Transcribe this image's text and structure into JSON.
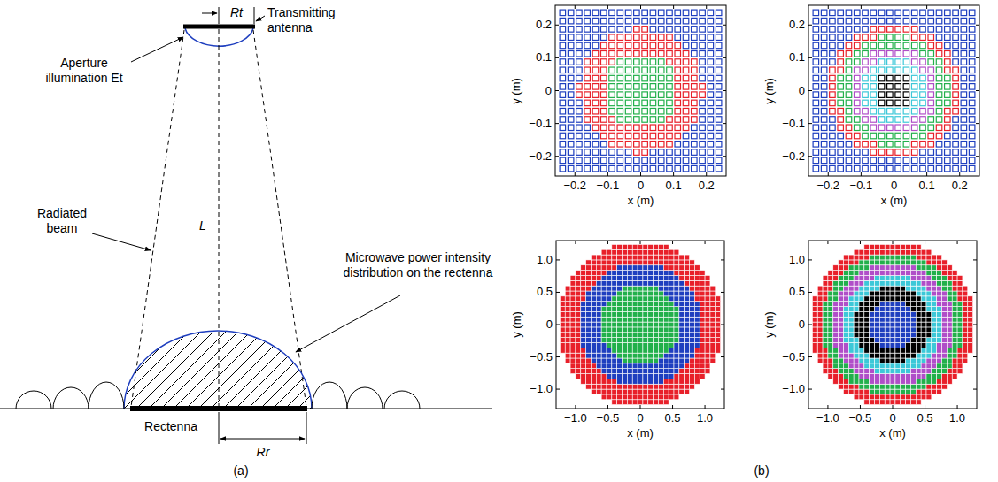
{
  "diagram": {
    "labels": [
      "Rt",
      "Transmitting antenna",
      "Aperture illumination Et",
      "L",
      "Radiated beam",
      "Microwave power intensity distribution on the rectenna",
      "Rectenna",
      "Rr",
      "(a)",
      "(b)",
      "0.2",
      "0.1",
      "0",
      "−0.1",
      "−0.2",
      "−0.2",
      "−0.1",
      "0",
      "0.1",
      "0.2",
      "y (m)",
      "x (m)",
      "0.2",
      "0.1",
      "0",
      "−0.1",
      "−0.2",
      "−0.2",
      "−0.1",
      "0",
      "0.1",
      "0.2",
      "y (m)",
      "x (m)",
      "1.0",
      "0.5",
      "0",
      "−0.5",
      "−1.0",
      "−1.0",
      "−0.5",
      "0",
      "0.5",
      "1.0",
      "y (m)",
      "x (m)",
      "1.0",
      "0.5",
      "0",
      "−0.5",
      "−1.0",
      "−1.0",
      "−0.5",
      "0",
      "0.5",
      "1.0",
      "y (m)",
      "x (m)"
    ]
  }
}
